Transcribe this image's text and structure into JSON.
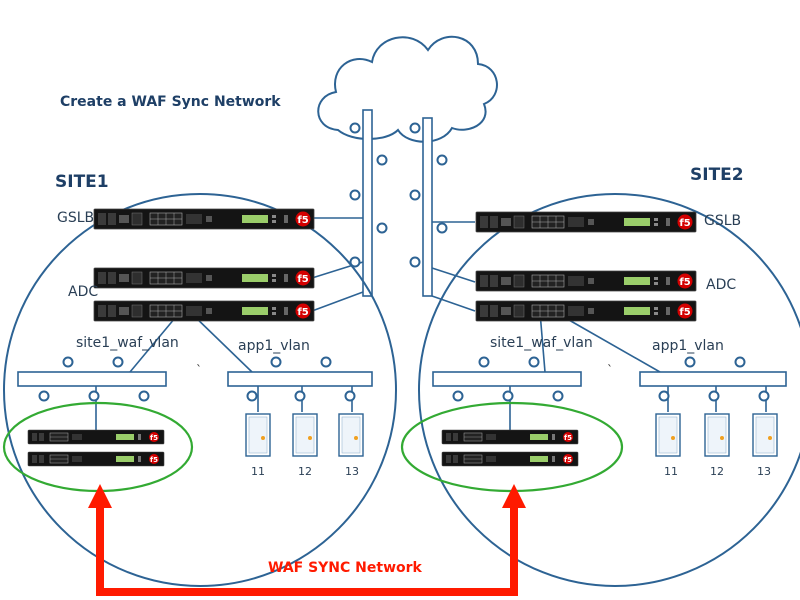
{
  "title": "Create a WAF Sync Network",
  "colors": {
    "line": "#2d6394",
    "bus_fill": "#ffffff",
    "green": "#33aa33",
    "red": "#ff1a00",
    "device": "#151515",
    "f5": "#d40000"
  },
  "site1": {
    "label": "SITE1",
    "gslb_label": "GSLB",
    "adc_label": "ADC",
    "waf_vlan_label": "site1_waf_vlan",
    "app_vlan_label": "app1_vlan",
    "servers": [
      "11",
      "12",
      "13"
    ]
  },
  "site2": {
    "label": "SITE2",
    "gslb_label": "GSLB",
    "adc_label": "ADC",
    "waf_vlan_label": "site1_waf_vlan",
    "app_vlan_label": "app1_vlan",
    "servers": [
      "11",
      "12",
      "13"
    ]
  },
  "sync_label": "WAF SYNC Network",
  "stray_mark": "`",
  "icons": [
    "cloud-icon",
    "f5-device-icon",
    "server-icon",
    "arrow-icon"
  ]
}
